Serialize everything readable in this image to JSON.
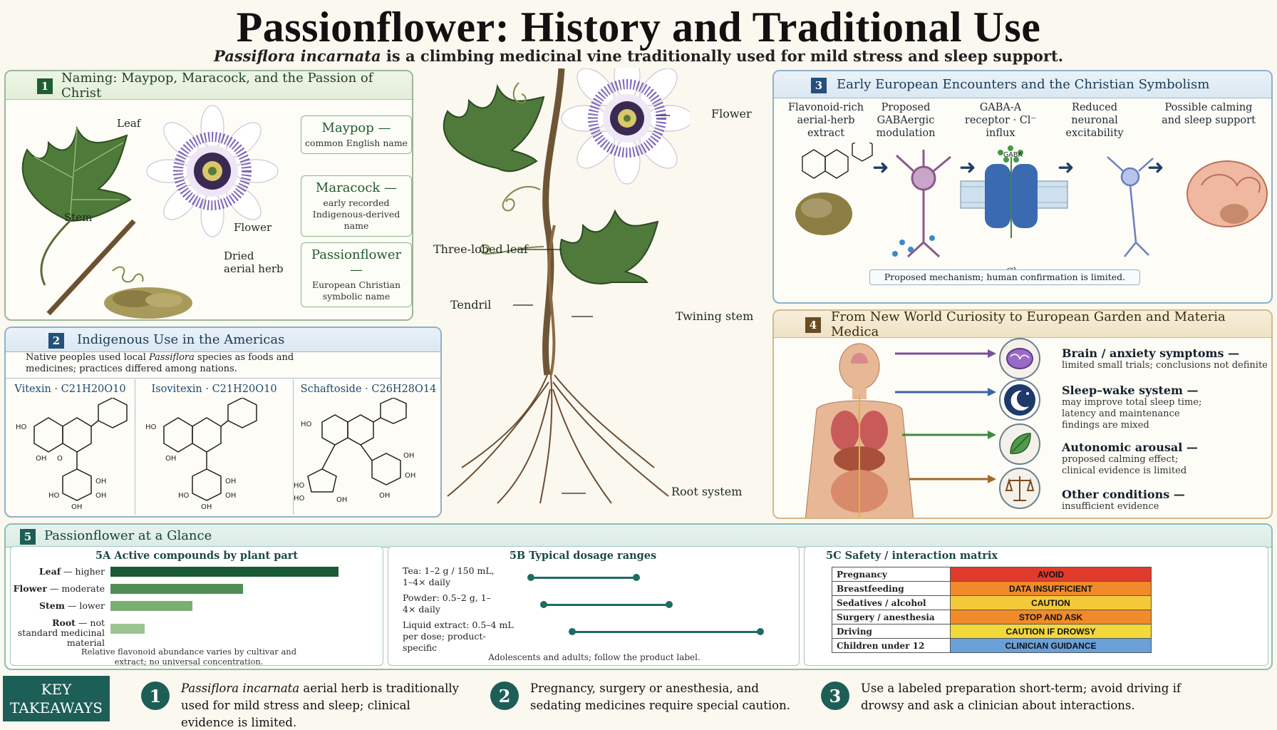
{
  "header": {
    "title": "Passionflower: History and Traditional Use",
    "subtitle_italic": "Passiflora incarnata",
    "subtitle_rest": " is a climbing medicinal vine traditionally used for mild stress and sleep support."
  },
  "panel1": {
    "num": "1",
    "title": "Naming: Maypop, Maracock, and the Passion of Christ",
    "labels": {
      "leaf": "Leaf",
      "stem": "Stem",
      "flower": "Flower",
      "dried": "Dried\naerial herb"
    },
    "names": [
      {
        "name": "Maypop —",
        "desc": "common English name"
      },
      {
        "name": "Maracock —",
        "desc": "early recorded Indigenous-derived name"
      },
      {
        "name": "Passionflower —",
        "desc": "European Christian symbolic name"
      }
    ]
  },
  "panel2": {
    "num": "2",
    "title": "Indigenous Use in the Americas",
    "intro_a": "Native peoples used local ",
    "intro_i": "Passiflora",
    "intro_b": " species as foods and medicines; practices differed among nations.",
    "compounds": [
      {
        "name": "Vitexin",
        "formula": "C21H20O10"
      },
      {
        "name": "Isovitexin",
        "formula": "C21H20O10"
      },
      {
        "name": "Schaftoside",
        "formula": "C26H28O14"
      }
    ]
  },
  "center": {
    "labels": {
      "flower": "Flower",
      "leaf": "Three-lobed leaf",
      "tendril": "Tendril",
      "stem": "Twining stem",
      "root": "Root system"
    }
  },
  "panel3": {
    "num": "3",
    "title": "Early European Encounters and the Christian Symbolism",
    "steps": [
      "Flavonoid-rich aerial-herb extract",
      "Proposed GABAergic modulation",
      "GABA-A receptor · Cl⁻ influx",
      "Reduced neuronal excitability",
      "Possible calming and sleep support"
    ],
    "gaba_label": "GABA",
    "cl_label": "Cl⁻",
    "caption": "Proposed mechanism; human confirmation is limited."
  },
  "panel4": {
    "num": "4",
    "title": "From New World Curiosity to European Garden and Materia Medica",
    "effects": [
      {
        "head": "Brain / anxiety symptoms —",
        "desc": "limited small trials; conclusions not definite",
        "color": "#7a4fa0"
      },
      {
        "head": "Sleep–wake system —",
        "desc": "may improve total sleep time; latency and maintenance findings are mixed",
        "color": "#3a66a8"
      },
      {
        "head": "Autonomic arousal —",
        "desc": "proposed calming effect; clinical evidence is limited",
        "color": "#3f8a3c"
      },
      {
        "head": "Other conditions —",
        "desc": "insufficient evidence",
        "color": "#a06a2a"
      }
    ]
  },
  "panel5": {
    "num": "5",
    "title": "Passionflower at a Glance",
    "a": {
      "title": "5A  Active compounds by plant part",
      "rows": [
        {
          "label_b": "Leaf",
          "label": " — higher",
          "value": 1.0,
          "color": "#1a5a34"
        },
        {
          "label_b": "Flower",
          "label": " — moderate",
          "value": 0.58,
          "color": "#4f8d54"
        },
        {
          "label_b": "Stem",
          "label": " — lower",
          "value": 0.36,
          "color": "#7aae73"
        },
        {
          "label_b": "Root",
          "label": " — not standard medicinal material",
          "value": 0.15,
          "color": "#9cc493"
        }
      ],
      "note": "Relative flavonoid abundance varies by cultivar and extract; no universal concentration."
    },
    "b": {
      "title": "5B  Typical dosage ranges",
      "rows": [
        {
          "label": "Tea: 1–2 g / 150 mL, 1–4× daily"
        },
        {
          "label": "Powder: 0.5–2 g, 1–4× daily"
        },
        {
          "label": "Liquid extract: 0.5–4 mL per dose; product-specific"
        }
      ],
      "note": "Adolescents and adults; follow the product label."
    },
    "c": {
      "title": "5C  Safety / interaction matrix",
      "rows": [
        {
          "k": "Pregnancy",
          "v": "AVOID",
          "color": "#e03b2c"
        },
        {
          "k": "Breastfeeding",
          "v": "DATA INSUFFICIENT",
          "color": "#f08a2a"
        },
        {
          "k": "Sedatives / alcohol",
          "v": "CAUTION",
          "color": "#f3c93a"
        },
        {
          "k": "Surgery / anesthesia",
          "v": "STOP AND ASK",
          "color": "#f08a2a"
        },
        {
          "k": "Driving",
          "v": "CAUTION IF DROWSY",
          "color": "#f3d83a"
        },
        {
          "k": "Children under 12",
          "v": "CLINICIAN GUIDANCE",
          "color": "#6aa0d8"
        }
      ]
    }
  },
  "takeaways": {
    "label": "KEY TAKEAWAYS",
    "items": [
      {
        "num": "1",
        "italic": "Passiflora incarnata",
        "text": " aerial herb is traditionally used for mild stress and sleep; clinical evidence is limited."
      },
      {
        "num": "2",
        "italic": "",
        "text": "Pregnancy, surgery or anesthesia, and sedating medicines require special caution."
      },
      {
        "num": "3",
        "italic": "",
        "text": "Use a labeled preparation short-term; avoid driving if drowsy and ask a clinician about interactions."
      }
    ]
  }
}
